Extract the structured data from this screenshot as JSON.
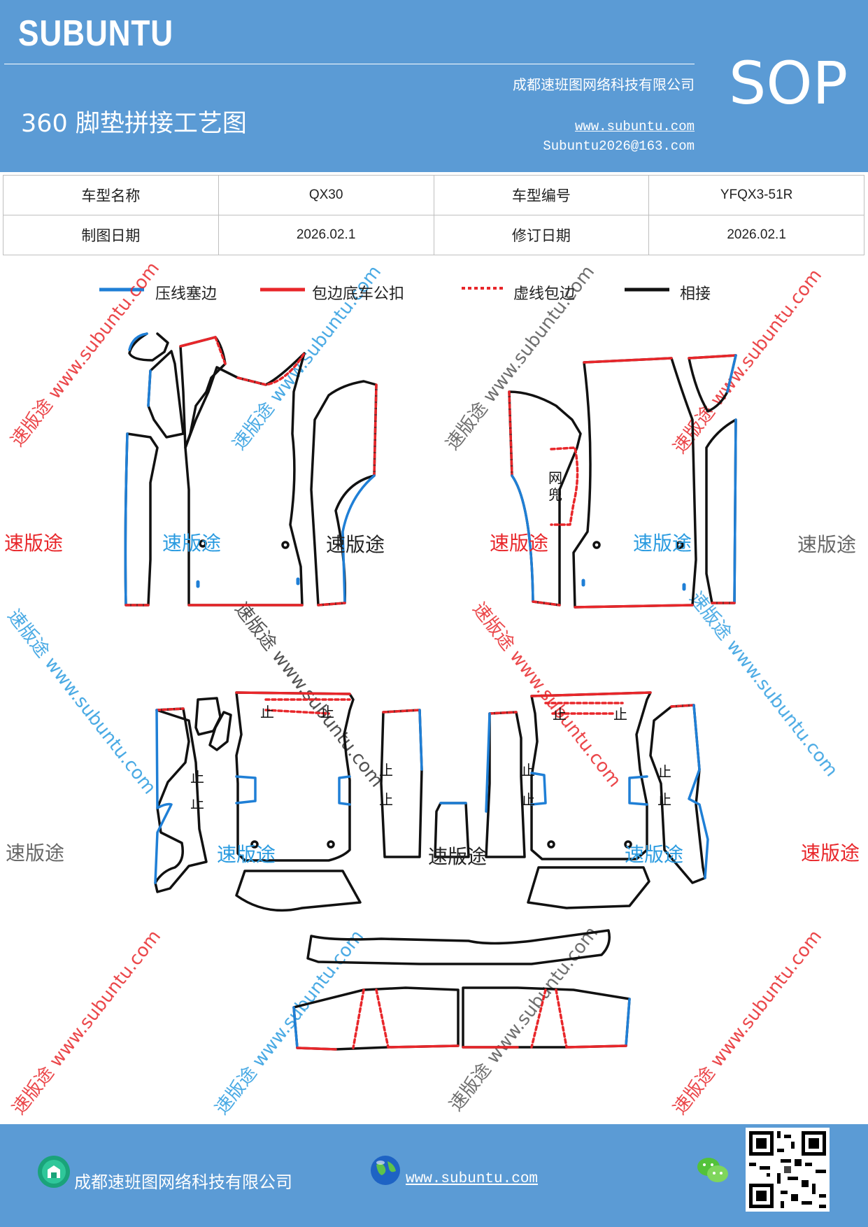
{
  "header": {
    "brand": "SUBUNTU",
    "company": "成都速班图网络科技有限公司",
    "title": "360 脚垫拼接工艺图",
    "website": "www.subuntu.com",
    "email": "Subuntu2026@163.com",
    "sop": "SOP"
  },
  "info_table": {
    "model_name_label": "车型名称",
    "model_name": "QX30",
    "model_code_label": "车型编号",
    "model_code": "YFQX3-51R",
    "draw_date_label": "制图日期",
    "draw_date": "2026.02.1",
    "revise_date_label": "修订日期",
    "revise_date": "2026.02.1"
  },
  "legend": {
    "blue": "压线塞边",
    "red": "包边底车公扣",
    "dotted": "虚线包边",
    "black": "相接",
    "colors": {
      "blue": "#1f7fd6",
      "red": "#e8262a",
      "black": "#111111"
    }
  },
  "diagram": {
    "net_pocket_label_1": "网",
    "net_pocket_label_2": "兜",
    "clip_mark": "止"
  },
  "watermarks": {
    "brand_cn": "速版途",
    "diagonal": "速版途 www.subuntu.com"
  },
  "footer": {
    "company": "成都速班图网络科技有限公司",
    "website": "www.subuntu.com",
    "icons": [
      "building-icon",
      "globe-icon",
      "wechat-icon",
      "qr-code"
    ]
  }
}
